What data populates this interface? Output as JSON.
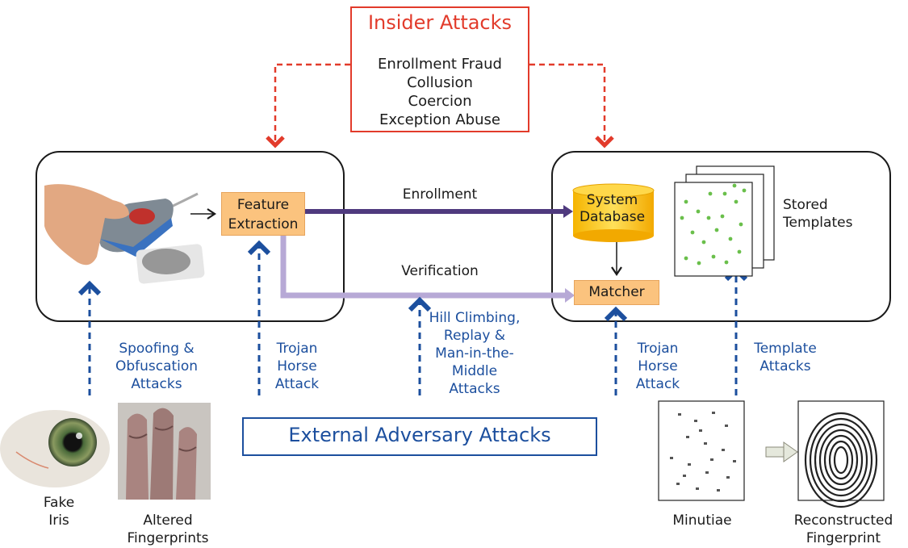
{
  "insider": {
    "title": "Insider Attacks",
    "items": [
      "Enrollment Fraud",
      "Collusion",
      "Coercion",
      "Exception Abuse"
    ]
  },
  "components": {
    "feature_extraction": [
      "Feature",
      "Extraction"
    ],
    "system_database": [
      "System",
      "Database"
    ],
    "matcher": "Matcher",
    "stored_templates": [
      "Stored",
      "Templates"
    ]
  },
  "flows": {
    "enrollment": "Enrollment",
    "verification": "Verification"
  },
  "attacks": {
    "spoofing": [
      "Spoofing &",
      "Obfuscation",
      "Attacks"
    ],
    "trojan_left": [
      "Trojan",
      "Horse",
      "Attack"
    ],
    "hill_climbing": [
      "Hill Climbing,",
      "Replay &",
      "Man-in-the-",
      "Middle",
      "Attacks"
    ],
    "trojan_right": [
      "Trojan",
      "Horse",
      "Attack"
    ],
    "template": [
      "Template",
      "Attacks"
    ]
  },
  "external": "External Adversary Attacks",
  "captions": {
    "fake_iris": [
      "Fake",
      "Iris"
    ],
    "altered": [
      "Altered",
      "Fingerprints"
    ],
    "minutiae": "Minutiae",
    "reconstructed": [
      "Reconstructed",
      "Fingerprint"
    ]
  },
  "colors": {
    "insider": "#e23b2b",
    "external": "#1c4f9e",
    "enrollment": "#4f3a7e",
    "verification": "#b7a9d6",
    "component": "#fbc37e",
    "database": "#f7c21a"
  },
  "icons": [
    "fingerprint-scanner-icon",
    "fake-iris-icon",
    "altered-fingerprints-icon",
    "minutiae-icon",
    "reconstructed-fingerprint-icon",
    "database-icon",
    "template-stack-icon"
  ]
}
